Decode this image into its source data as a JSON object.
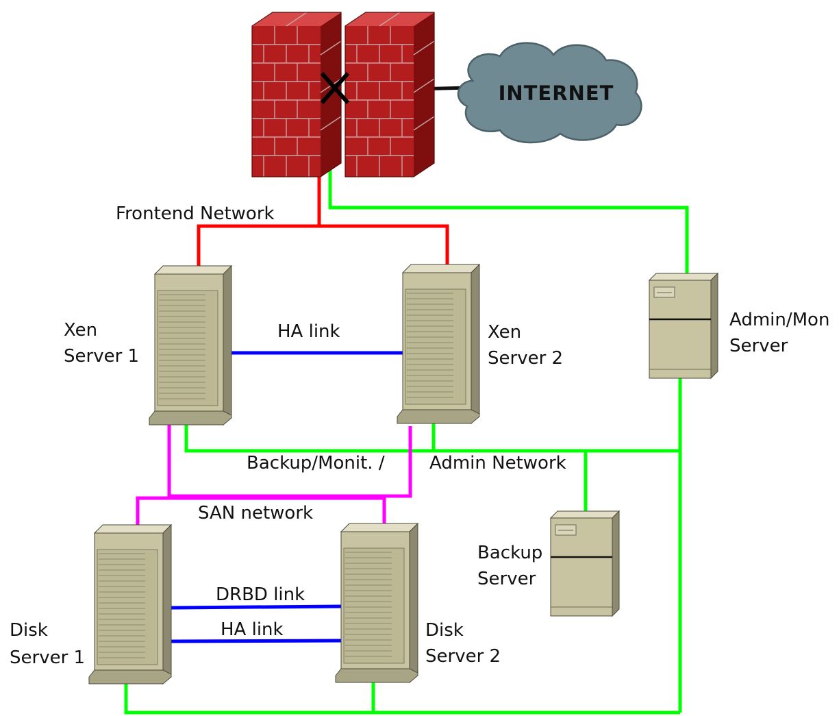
{
  "internet": {
    "label": "INTERNET"
  },
  "networks": {
    "frontend": "Frontend Network",
    "admin_prefix": "Backup/Monit. /",
    "admin": "Admin Network",
    "san": "SAN network"
  },
  "links": {
    "xen_ha": "HA link",
    "drbd": "DRBD link",
    "disk_ha": "HA link"
  },
  "servers": {
    "xen1": [
      "Xen",
      "Server 1"
    ],
    "xen2": [
      "Xen",
      "Server 2"
    ],
    "disk1": [
      "Disk",
      "Server 1"
    ],
    "disk2": [
      "Disk",
      "Server 2"
    ],
    "admin": [
      "Admin/Mon",
      "Server"
    ],
    "backup": [
      "Backup",
      "Server"
    ]
  },
  "colors": {
    "frontend": "#ff0000",
    "admin_network": "#00ff00",
    "san": "#ff00ff",
    "ha_links": "#0000ff",
    "firewall": "#b01a1a",
    "cloud": "#6f8a92",
    "server_body": "#c8c4a2"
  }
}
